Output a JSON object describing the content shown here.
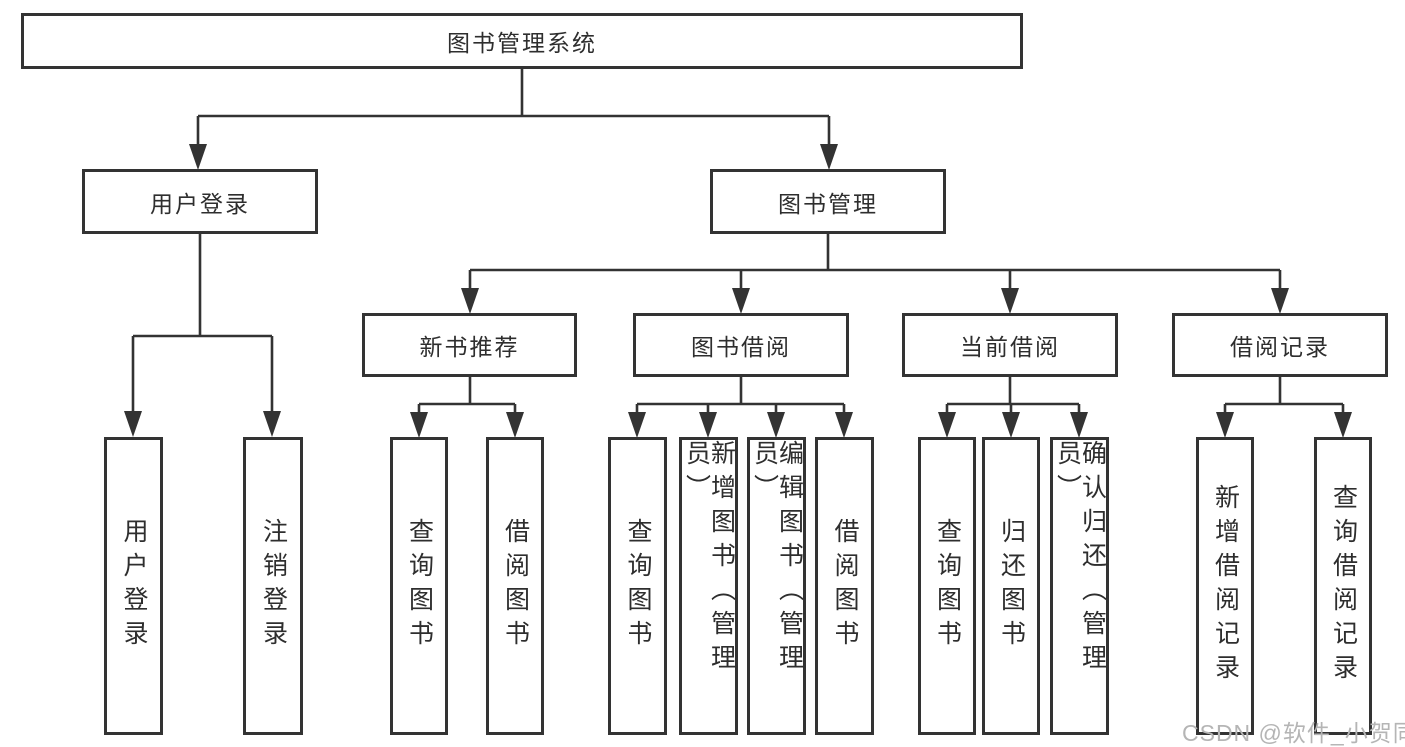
{
  "diagram": {
    "title": "图书管理系统",
    "root": {
      "label": "图书管理系统"
    },
    "level2": [
      {
        "label": "用户登录"
      },
      {
        "label": "图书管理"
      }
    ],
    "level3": [
      {
        "label": "新书推荐",
        "parent": "图书管理"
      },
      {
        "label": "图书借阅",
        "parent": "图书管理"
      },
      {
        "label": "当前借阅",
        "parent": "图书管理"
      },
      {
        "label": "借阅记录",
        "parent": "图书管理"
      }
    ],
    "leaves": [
      {
        "label": "用户登录",
        "parent": "用户登录"
      },
      {
        "label": "注销登录",
        "parent": "用户登录"
      },
      {
        "label": "查询图书",
        "parent": "新书推荐"
      },
      {
        "label": "借阅图书",
        "parent": "新书推荐"
      },
      {
        "label": "查询图书",
        "parent": "图书借阅"
      },
      {
        "label": "新增图书（管理员）",
        "parent": "图书借阅"
      },
      {
        "label": "编辑图书（管理员）",
        "parent": "图书借阅"
      },
      {
        "label": "借阅图书",
        "parent": "图书借阅"
      },
      {
        "label": "查询图书",
        "parent": "当前借阅"
      },
      {
        "label": "归还图书",
        "parent": "当前借阅"
      },
      {
        "label": "确认归还（管理员）",
        "parent": "当前借阅"
      },
      {
        "label": "新增借阅记录",
        "parent": "借阅记录"
      },
      {
        "label": "查询借阅记录",
        "parent": "借阅记录"
      }
    ]
  },
  "watermark": "CSDN @软件_小贺同学",
  "colors": {
    "line": "#333333",
    "border": "#333333",
    "text": "#2e2e2e",
    "watermark_text": "#b5b5b5",
    "background": "#ffffff"
  }
}
